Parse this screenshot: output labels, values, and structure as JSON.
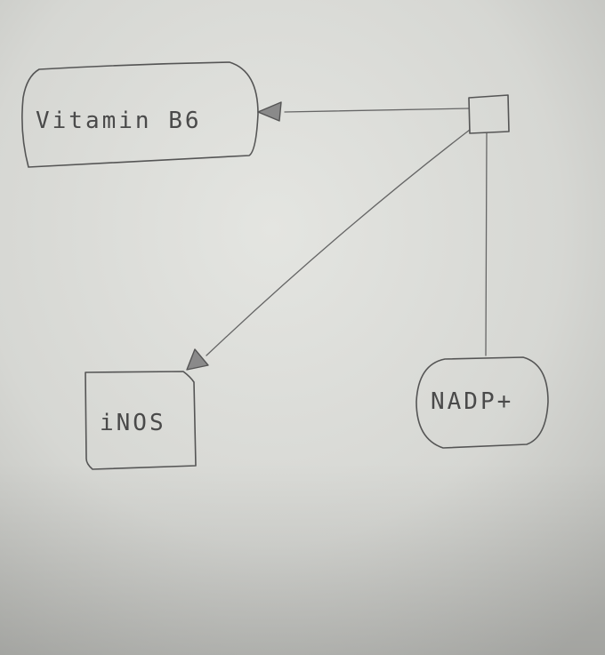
{
  "diagram": {
    "nodes": [
      {
        "id": "vitamin-b6",
        "label": "Vitamin B6",
        "shape": "rounded-rectangle"
      },
      {
        "id": "process",
        "label": "",
        "shape": "small-square"
      },
      {
        "id": "inos",
        "label": "iNOS",
        "shape": "rectangle-with-notch"
      },
      {
        "id": "nadp",
        "label": "NADP+",
        "shape": "rounded-rectangle"
      }
    ],
    "edges": [
      {
        "from": "process",
        "to": "vitamin-b6",
        "type": "arrow"
      },
      {
        "from": "process",
        "to": "inos",
        "type": "arrow"
      },
      {
        "from": "nadp",
        "to": "process",
        "type": "line"
      }
    ]
  },
  "colors": {
    "paper": "#dcddd9",
    "pencil": "#555555"
  }
}
